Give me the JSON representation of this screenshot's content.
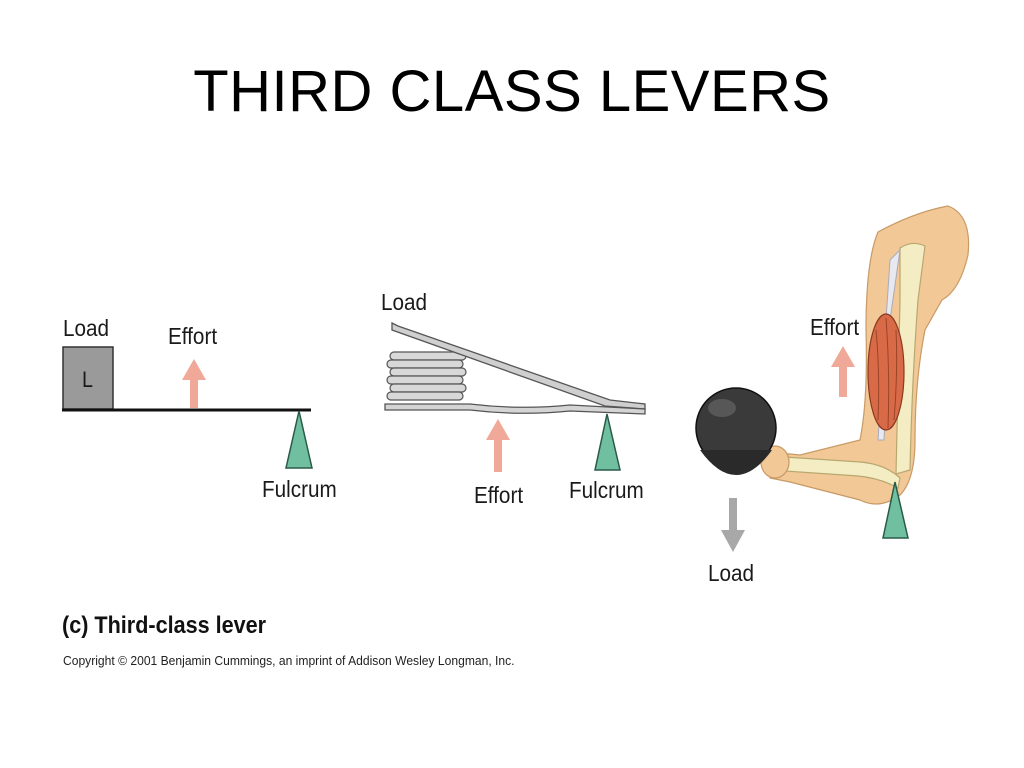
{
  "title": "THIRD CLASS LEVERS",
  "panel_simple": {
    "load_label": "Load",
    "load_box_letter": "L",
    "effort_label": "Effort",
    "fulcrum_label": "Fulcrum"
  },
  "panel_tweezers": {
    "load_label": "Load",
    "effort_label": "Effort",
    "fulcrum_label": "Fulcrum"
  },
  "panel_arm": {
    "effort_label": "Effort",
    "load_label": "Load"
  },
  "caption": "(c) Third-class lever",
  "copyright": "Copyright © 2001 Benjamin Cummings, an imprint of Addison Wesley Longman, Inc.",
  "colors": {
    "effort_arrow": "#f0a898",
    "load_arrow": "#a8a8a8",
    "fulcrum": "#6fbfa0",
    "load_box": "#9a9a9a",
    "muscle": "#d86a48",
    "skin": "#f2c896",
    "bone": "#f4ecc2",
    "ball": "#3a3a3a"
  }
}
